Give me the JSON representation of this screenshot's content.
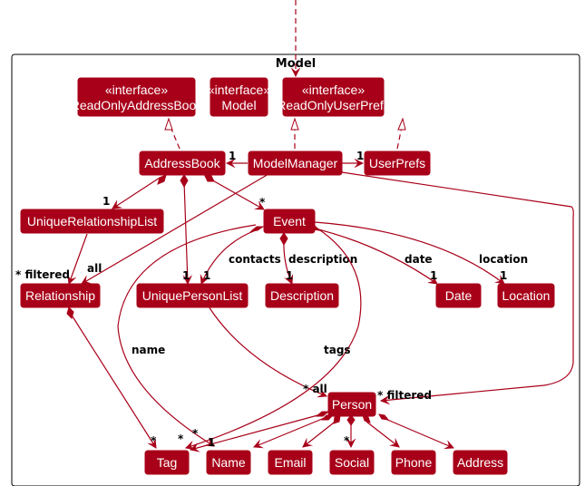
{
  "package": {
    "title": "Model"
  },
  "nodes": {
    "readOnlyAddressBook": {
      "stereotype": "«interface»",
      "name": "ReadOnlyAddressBook"
    },
    "model": {
      "stereotype": "«interface»",
      "name": "Model"
    },
    "readOnlyUserPrefs": {
      "stereotype": "«interface»",
      "name": "ReadOnlyUserPrefs"
    },
    "addressBook": {
      "name": "AddressBook"
    },
    "modelManager": {
      "name": "ModelManager"
    },
    "userPrefs": {
      "name": "UserPrefs"
    },
    "uniqueRelationshipList": {
      "name": "UniqueRelationshipList"
    },
    "event": {
      "name": "Event"
    },
    "relationship": {
      "name": "Relationship"
    },
    "uniquePersonList": {
      "name": "UniquePersonList"
    },
    "description": {
      "name": "Description"
    },
    "date": {
      "name": "Date"
    },
    "location": {
      "name": "Location"
    },
    "person": {
      "name": "Person"
    },
    "tag": {
      "name": "Tag"
    },
    "name": {
      "name": "Name"
    },
    "email": {
      "name": "Email"
    },
    "social": {
      "name": "Social"
    },
    "phone": {
      "name": "Phone"
    },
    "address": {
      "name": "Address"
    }
  },
  "labels": {
    "mm_ab_mult": "1",
    "mm_up_mult": "1",
    "ab_url_mult": "1",
    "ab_event_mult": "*",
    "rel_filtered": "* filtered",
    "rel_all": "all",
    "upl_mult_a": "1",
    "upl_mult_b": "1",
    "contacts": "contacts",
    "description": "description",
    "desc_mult": "1",
    "date": "date",
    "date_mult": "1",
    "location": "location",
    "location_mult": "1",
    "name": "name",
    "tags": "tags",
    "person_all": "* all",
    "person_filtered": "* filtered",
    "tag_mult_a": "*",
    "tag_mult_b": "*",
    "tag_mult_c": "*",
    "name_mult": "1",
    "social_mult": "*"
  },
  "colors": {
    "node_fill": "#A80019",
    "edge": "#A80019",
    "text": "#ffffff"
  }
}
